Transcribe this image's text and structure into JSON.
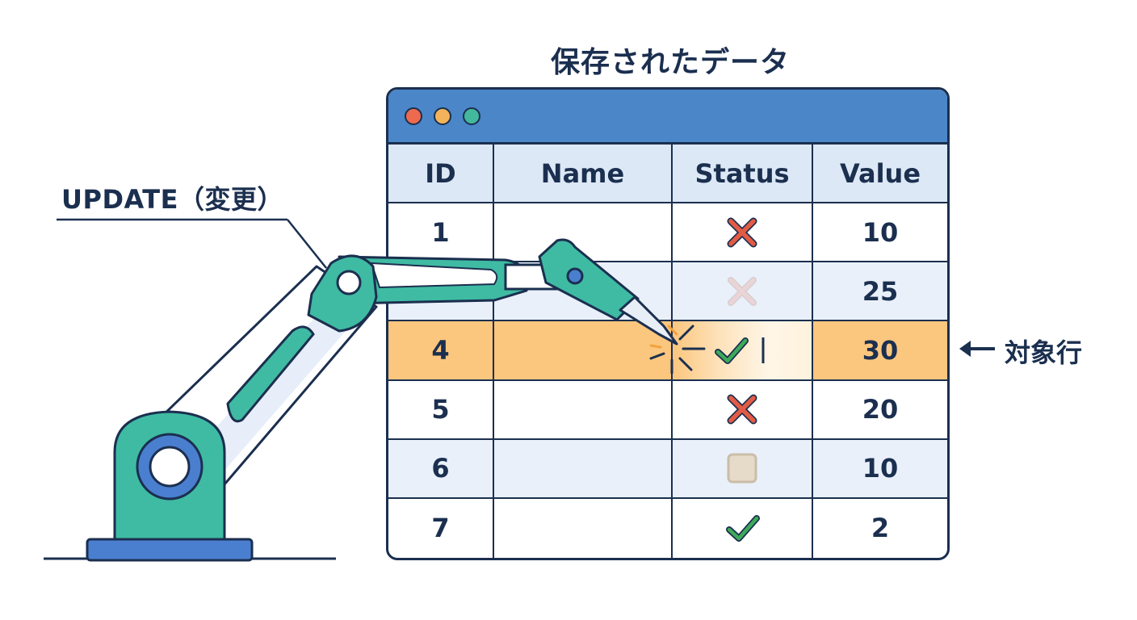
{
  "title": "保存されたデータ",
  "annotation": {
    "update_label": "UPDATE（変更）",
    "target_label": "対象行"
  },
  "window": {
    "controls": [
      "close",
      "minimize",
      "maximize"
    ]
  },
  "table": {
    "headers": [
      "ID",
      "Name",
      "Status",
      "Value"
    ],
    "rows": [
      {
        "id": "1",
        "name": "",
        "status": "x-icon",
        "value": "10",
        "highlight": false
      },
      {
        "id": "",
        "name": "",
        "status": "x-icon-faded",
        "value": "25",
        "highlight": false
      },
      {
        "id": "4",
        "name": "",
        "status": "check-icon-editing",
        "value": "30",
        "highlight": true
      },
      {
        "id": "5",
        "name": "",
        "status": "x-icon",
        "value": "20",
        "highlight": false
      },
      {
        "id": "6",
        "name": "",
        "status": "empty-box-icon",
        "value": "10",
        "highlight": false
      },
      {
        "id": "7",
        "name": "",
        "status": "check-icon",
        "value": "2",
        "highlight": false
      }
    ]
  },
  "colors": {
    "navy": "#1b2f4f",
    "titlebar": "#4a86c8",
    "header_bg": "#dde8f6",
    "highlight": "#fbc67e",
    "robot_teal": "#3fbba3",
    "robot_blue": "#4a7fd0",
    "x_red": "#e25b45",
    "check_green": "#3daa5a",
    "dot_red": "#ee6a4f",
    "dot_yellow": "#f2b35a",
    "dot_green": "#43b89c"
  }
}
